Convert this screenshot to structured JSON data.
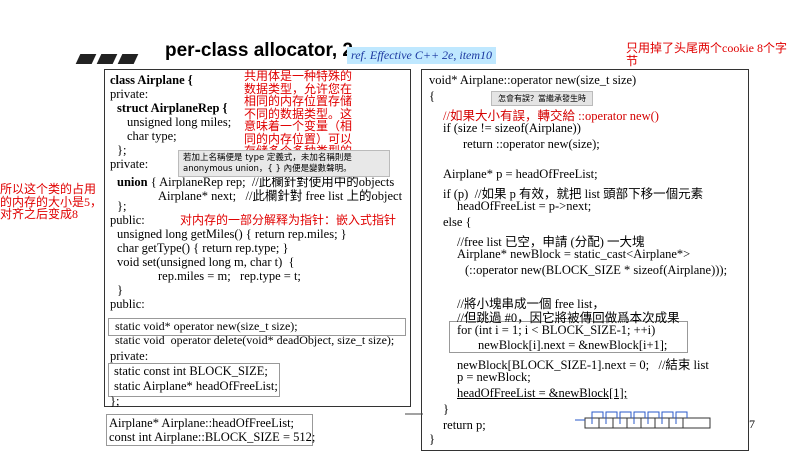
{
  "header": {
    "title": "per-class allocator, 2",
    "ref": "ref. Effective C++ 2e, item10",
    "top_note": "只用掉了头尾两个cookie 8个字节"
  },
  "annotations": {
    "union_note": "共用体是一种特殊的数据类型，允许您在相同的内存位置存储不同的数据类型。这意味着一个变量（相同的内存位置）可以存储多个多种类型的数据",
    "left_note": "所以这个类的占用的内存的大小是5，对齐之后变成8",
    "pointer_note": "对内存的一部分解释为指针：嵌入式指针",
    "gray_note": "若加上名稱便是 type 定義式，未加名稱則是 anonymous union，{ } 內便是變數聲明。",
    "tag_note": "怎會有誤？當繼承發生時",
    "page_number": "7"
  },
  "left_code": {
    "l1": "class Airplane {",
    "l2": "private:",
    "l3": "struct AirplaneRep {",
    "l4": "unsigned long miles;",
    "l5": "char type;",
    "l6": "};",
    "l7": "private:",
    "l8a": "union",
    "l8b": "{ AirplaneRep rep;  //此欄針對使用中的objects",
    "l9": "Airplane* next;   //此欄針對 free list 上的object",
    "l10": "};",
    "l11": "public:",
    "l12": "unsigned long getMiles() { return rep.miles; }",
    "l13": "char getType() { return rep.type; }",
    "l14": "void set(unsigned long m, char t)  {",
    "l15": "rep.miles = m;   rep.type = t;",
    "l16": "}",
    "l17": "public:",
    "l18": "static void* operator new(size_t size);",
    "l19": "static void  operator delete(void* deadObject, size_t size);",
    "l20": "private:",
    "l21": "static const int BLOCK_SIZE;",
    "l22": "static Airplane* headOfFreeList;",
    "l23": "};",
    "d1": "Airplane* Airplane::headOfFreeList;",
    "d2": "const int Airplane::BLOCK_SIZE = 512;"
  },
  "right_code": {
    "r1": "void* Airplane::operator new(size_t size)",
    "r2": "{",
    "r3": "//如果大小有誤，轉交給 ::operator new()",
    "r4": "if (size != sizeof(Airplane))",
    "r5": "return ::operator new(size);",
    "r6": "Airplane* p = headOfFreeList;",
    "r7": "if (p)  //如果 p 有效，就把 list 頭部下移一個元素",
    "r8": "headOfFreeList = p->next;",
    "r9": "else {",
    "r10": "//free list 已空，申請 (分配) 一大塊",
    "r11": "Airplane* newBlock = static_cast<Airplane*>",
    "r12": "(::operator new(BLOCK_SIZE * sizeof(Airplane)));",
    "r13": "//將小塊串成一個 free list，",
    "r14": "//但跳過 #0，因它將被傳回做爲本次成果",
    "r15": "for (int i = 1; i < BLOCK_SIZE-1; ++i)",
    "r16": "newBlock[i].next = &newBlock[i+1];",
    "r17": "newBlock[BLOCK_SIZE-1].next = 0;   //結束 list",
    "r18": "p = newBlock;",
    "r19": "headOfFreeList = &newBlock[1];",
    "r20": "}",
    "r21": "return p;",
    "r22": "}"
  }
}
